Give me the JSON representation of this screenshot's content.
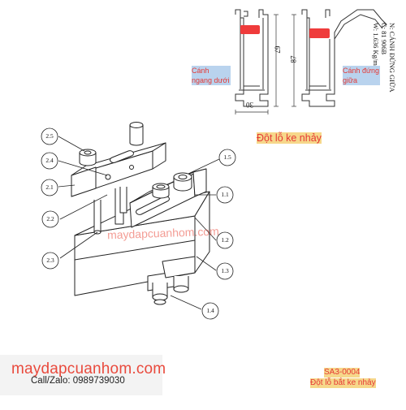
{
  "profiles": {
    "ngang_label": "Cánh ngang dưới",
    "dung_label": "Cánh đứng giữa",
    "dim_width": "30",
    "dim_height_left": "67",
    "dim_height_right": "87",
    "name_line": "N: CÁNH ĐỨNG GIỮA",
    "code_line": "C: 81 906B",
    "weight_line": "W: 1.636 Kg/m"
  },
  "title": "Đột lỗ ke nhảy",
  "callouts": [
    "2.5",
    "2.4",
    "2.1",
    "2.2",
    "2.3",
    "1.5",
    "1.1",
    "1.2",
    "1.3",
    "1.4"
  ],
  "watermark": "maydapcuanhom.com",
  "footer": {
    "site": "maydapcuanhom.com",
    "contact": "Call/Zalo: 0989739030",
    "code": "SA3-0004",
    "description": "Đột lỗ bắt ke nhảy"
  },
  "colors": {
    "accent": "#e53935",
    "marker": "#ef3b3b",
    "highlight_blue": "#b9d3ee",
    "highlight_yellow": "#f6d78a"
  }
}
